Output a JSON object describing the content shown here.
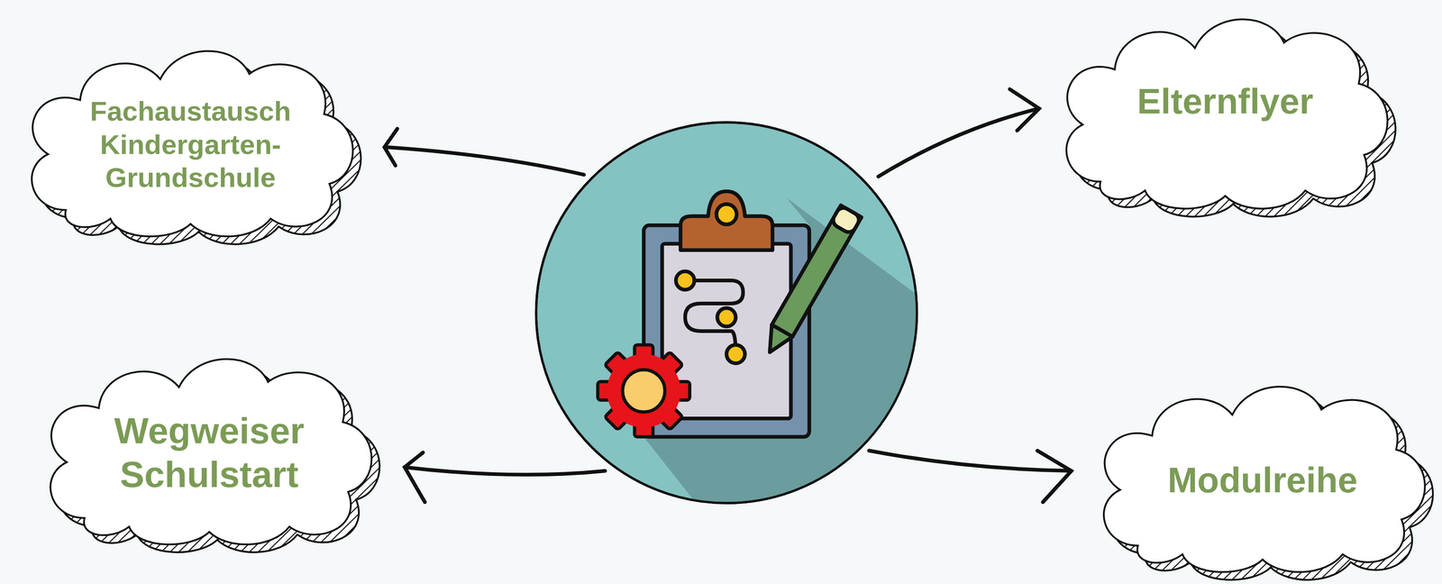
{
  "diagram": {
    "nodes": [
      {
        "text": [
          "Fachaustausch Kindergarten-Grundschule"
        ]
      },
      {
        "text": [
          "Elternflyer"
        ]
      },
      {
        "text": [
          "Wegweiser Schulstart"
        ]
      },
      {
        "text": [
          "Modulreihe"
        ]
      }
    ]
  }
}
